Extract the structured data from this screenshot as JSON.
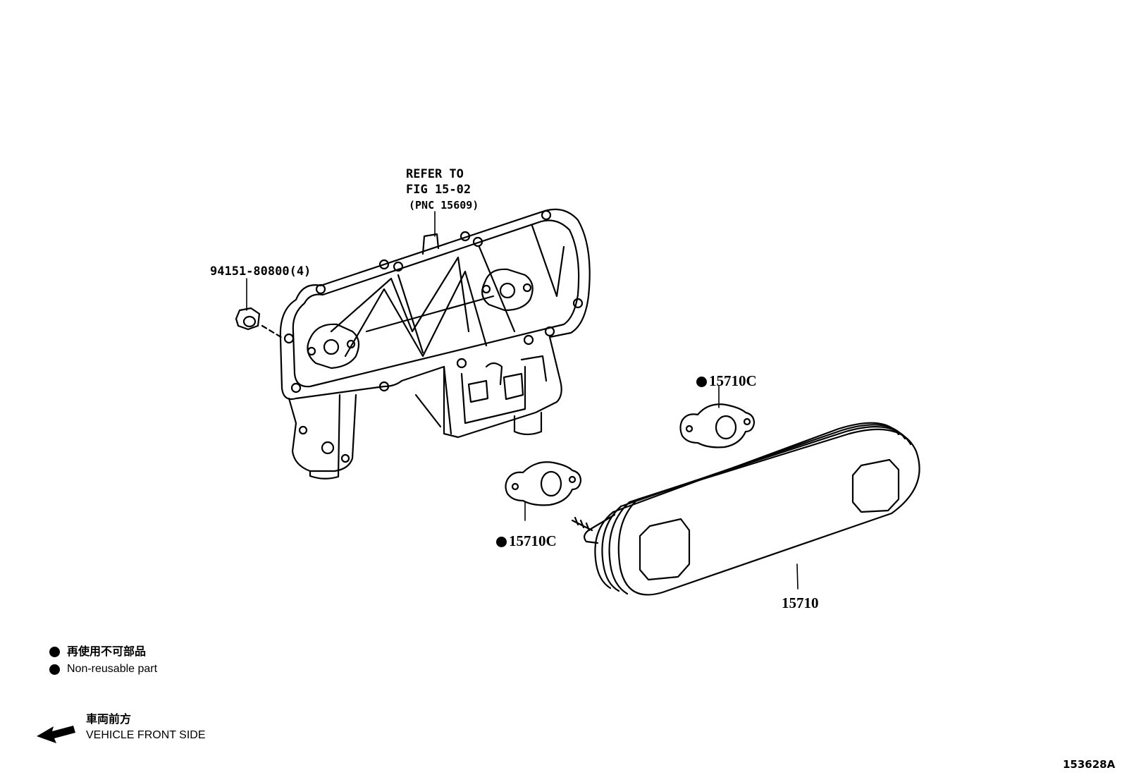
{
  "refer": {
    "line1": "REFER TO",
    "line2": "FIG 15-02",
    "line3": "(PNC 15609)"
  },
  "labels": {
    "bolt": "94151-80800(4)",
    "gasket_upper": "15710C",
    "gasket_lower": "15710C",
    "cooler": "15710"
  },
  "legend": {
    "jp": "再使用不可部品",
    "en": "Non-reusable part"
  },
  "direction": {
    "jp": "車両前方",
    "en": "VEHICLE FRONT SIDE"
  },
  "illustration_id": "153628A"
}
